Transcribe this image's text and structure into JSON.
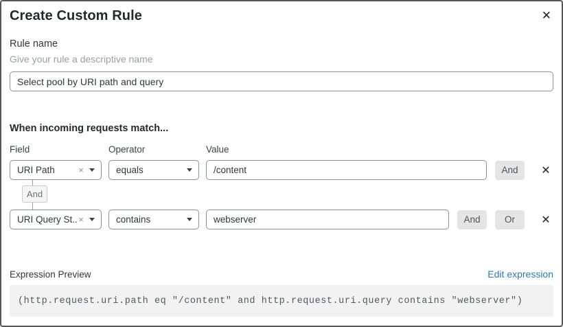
{
  "dialog": {
    "title": "Create Custom Rule"
  },
  "icons": {
    "close": "✕",
    "clear": "×",
    "delete_row": "✕"
  },
  "rule_name": {
    "label": "Rule name",
    "helper": "Give your rule a descriptive name",
    "value": "Select pool by URI path and query"
  },
  "match_section": {
    "heading": "When incoming requests match...",
    "columns": {
      "field": "Field",
      "operator": "Operator",
      "value": "Value"
    },
    "rows": [
      {
        "field": "URI Path",
        "operator": "equals",
        "value": "/content",
        "buttons": [
          "And"
        ]
      },
      {
        "field": "URI Query St...",
        "operator": "contains",
        "value": "webserver",
        "buttons": [
          "And",
          "Or"
        ]
      }
    ],
    "connector_label": "And"
  },
  "expression": {
    "label": "Expression Preview",
    "edit_link": "Edit expression",
    "code": "(http.request.uri.path eq \"/content\" and http.request.uri.query contains \"webserver\")"
  },
  "colors": {
    "link_blue": "#2c7bb2",
    "button_gray": "#e5e5e5",
    "code_background": "#f2f2f2",
    "border_gray": "#8d9297"
  }
}
